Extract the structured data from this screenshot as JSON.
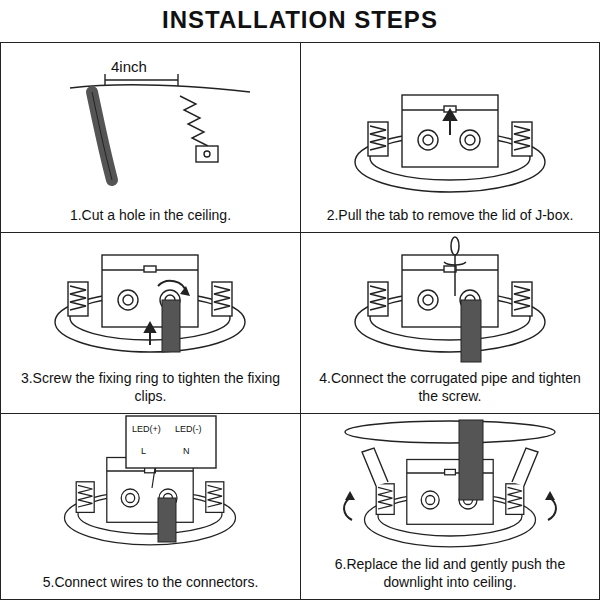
{
  "diagram": {
    "title": "INSTALLATION STEPS",
    "nodes": [
      {
        "text": [
          "1.Cut a hole in the ceiling."
        ]
      },
      {
        "text": [
          "2.Pull the tab to remove the lid of J-box."
        ]
      },
      {
        "text": [
          "3.Screw the fixing ring to tighten the fixing clips."
        ]
      },
      {
        "text": [
          "4.Connect the corrugated pipe and tighten the screw."
        ]
      },
      {
        "text": [
          "5.Connect wires to the connectors."
        ]
      },
      {
        "text": [
          "6.Replace the lid and gently push the downlight into ceiling."
        ]
      }
    ],
    "labels": [
      "4inch",
      "LED(+)",
      "L",
      "LED(-)",
      "N"
    ]
  }
}
